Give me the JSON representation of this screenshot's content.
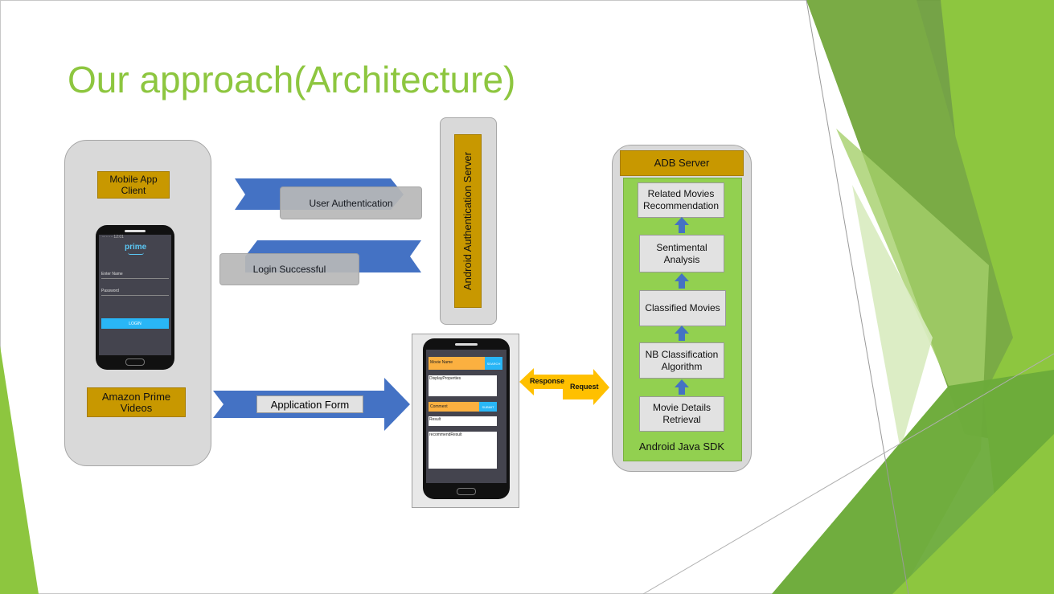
{
  "title": "Our approach(Architecture)",
  "client": {
    "mobile_app_label": "Mobile App Client",
    "amazon_label": "Amazon Prime Videos",
    "phone": {
      "brand": "prime",
      "enter_name": "Enter Name",
      "password": "Password",
      "login_button": "LOGIN"
    }
  },
  "auth_server": {
    "label": "Android Authentication Server"
  },
  "flows": {
    "user_authentication": "User Authentication",
    "login_successful": "Login Successful",
    "application_form": "Application Form",
    "response": "Response",
    "request": "Request"
  },
  "form_phone": {
    "movie_name": "Movie Name",
    "search_button": "SEARCH",
    "display_properties": "DisplayProperties",
    "comment": "Comment",
    "submit_button": "SUBMIT",
    "result": "Result",
    "recommend_result": "recommendResult"
  },
  "adb": {
    "server_label": "ADB Server",
    "sdk_label": "Android Java SDK",
    "steps": [
      "Related Movies Recommendation",
      "Sentimental Analysis",
      "Classified Movies",
      "NB Classification Algorithm",
      "Movie Details Retrieval"
    ]
  },
  "colors": {
    "title_green": "#8dc63f",
    "gold": "#c89800",
    "arrow_blue": "#4472c4",
    "sdk_green": "#92d050",
    "yellow_arrow": "#ffc000",
    "button_blue": "#29b6f6",
    "form_orange": "#fbb040"
  }
}
